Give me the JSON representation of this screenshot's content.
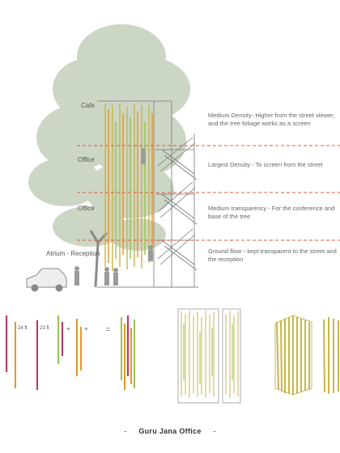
{
  "floors": [
    {
      "id": "cafe",
      "label": "Cafe"
    },
    {
      "id": "office-upper",
      "label": "Office"
    },
    {
      "id": "office-lower",
      "label": "Office"
    },
    {
      "id": "atrium",
      "label": "Atrium - Reception"
    }
  ],
  "notes": [
    {
      "id": "medium-density",
      "text": "Medium Density- Higher from the street viewer, and the tree foliage works as a screen"
    },
    {
      "id": "largest-density",
      "text": "Largest Density - To screen from the street"
    },
    {
      "id": "medium-transparency",
      "text": "Medium transparency - For the conference and base of the tree"
    },
    {
      "id": "ground-floor",
      "text": "Ground floor - kept transparent to the street and the reception"
    }
  ],
  "measures": {
    "first": "24 ft",
    "second": "23 ft"
  },
  "symbols": {
    "plus1": "+",
    "plus2": "+",
    "equals": "="
  },
  "footer": {
    "dash_left": "-",
    "title": "Guru Jana Office",
    "dash_right": "-"
  },
  "colors": {
    "density_line": "#e05a3a",
    "bamboo": "#c9b44a",
    "bamboo_green": "#9bc24a",
    "orange": "#e8962a",
    "magenta": "#c0306a",
    "tree": "#9aab8c"
  }
}
